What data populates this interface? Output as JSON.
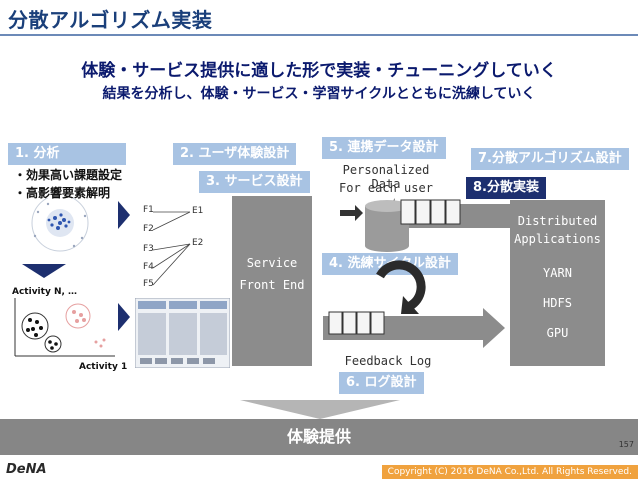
{
  "title": "分散アルゴリズム実装",
  "headline": "体験・サービス提供に適した形で実装・チューニングしていく",
  "subheadline": "結果を分析し、体験・サービス・学習サイクルとともに洗練していく",
  "labels": {
    "analysis": "1. 分析",
    "user_design": "2. ユーザ体験設計",
    "service_design": "3. サービス設計",
    "refine_cycle": "4. 洗練サイクル設計",
    "data_design": "5. 連携データ設計",
    "log_design": "6. ログ設計",
    "algo_design": "7.分散アルゴリズム設計",
    "algo_impl": "8.分散実装"
  },
  "bullets": [
    "・効果高い課題設定",
    "・高影響要素解明"
  ],
  "analysis_axes": {
    "y": "Activity N, …",
    "x": "Activity 1"
  },
  "network": {
    "features": [
      "F1",
      "F2",
      "F3",
      "F4",
      "F5"
    ],
    "outputs": [
      "E1",
      "E2"
    ]
  },
  "service_box": {
    "line1": "Service",
    "line2": "Front End"
  },
  "personalized": {
    "line1": "Personalized Data",
    "line2": "For each user"
  },
  "distributed": {
    "title": "Distributed Applications",
    "items": [
      "YARN",
      "HDFS",
      "GPU"
    ]
  },
  "feedback": "Feedback Log",
  "bottom_bar": "体験提供",
  "page_number": "157",
  "logo": "DeNA",
  "copyright": "Copyright (C) 2016 DeNA Co.,Ltd. All Rights Reserved.",
  "colors": {
    "title": "#1a3f7a",
    "label_bg": "#a8c3e3",
    "label_dark": "#1d2f6f",
    "gray": "#8c8c8c",
    "accent": "#f0a23e"
  }
}
